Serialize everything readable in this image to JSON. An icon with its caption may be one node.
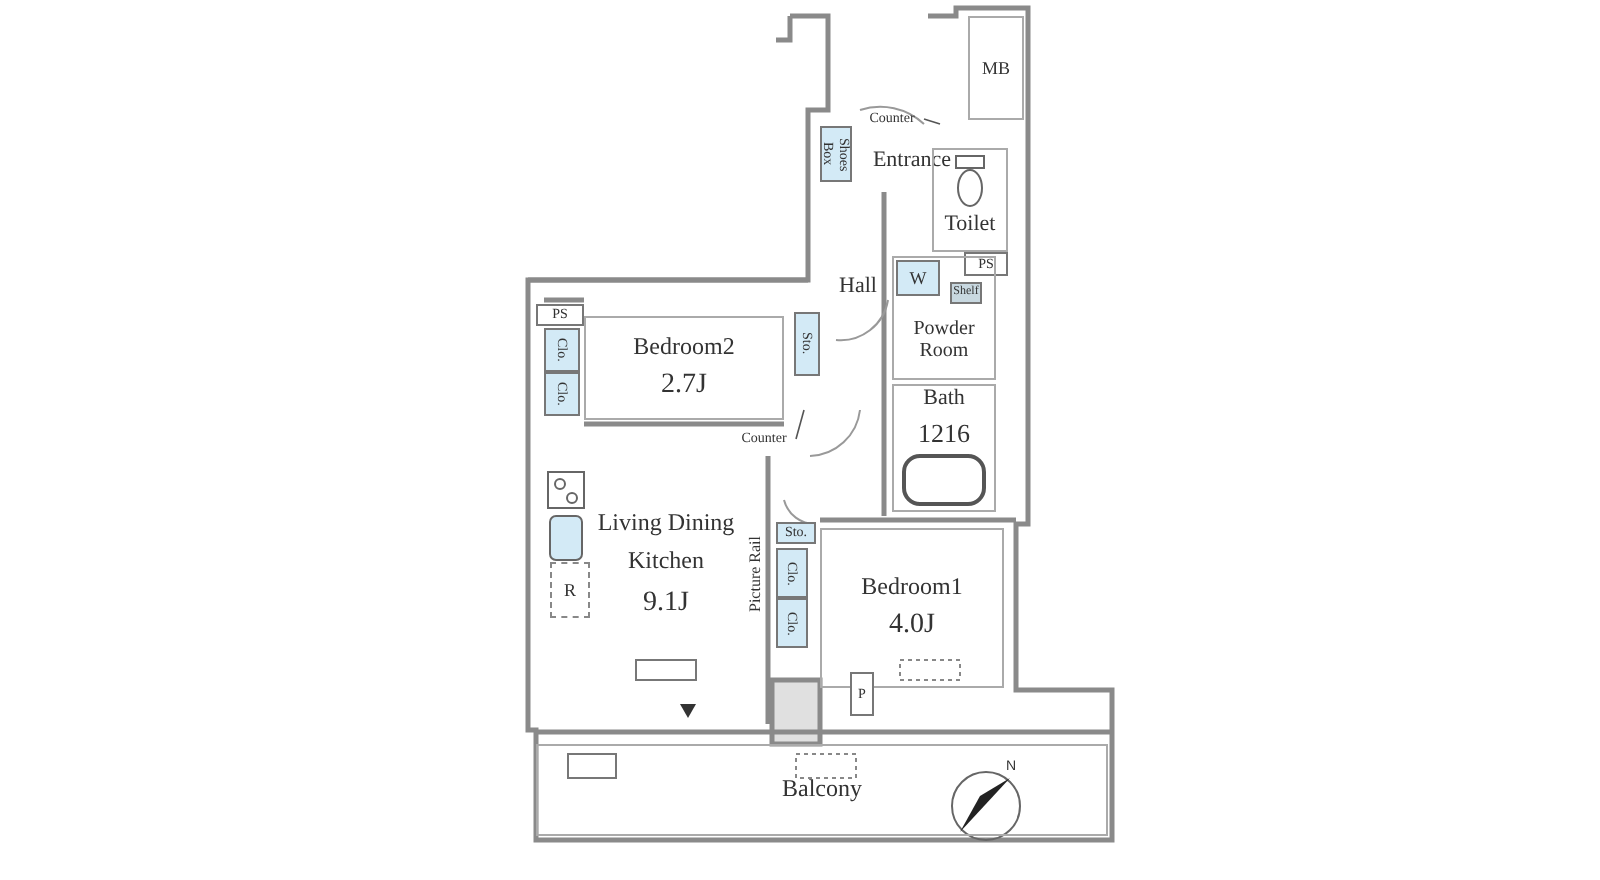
{
  "diagram": {
    "nodes": [
      {
        "text": [
          "MB"
        ]
      },
      {
        "text": [
          "Entrance"
        ]
      },
      {
        "text": [
          "Shoes Box"
        ]
      },
      {
        "text": [
          "Counter"
        ]
      },
      {
        "text": [
          "Toilet"
        ]
      },
      {
        "text": [
          "Hall"
        ]
      },
      {
        "text": [
          "PS"
        ]
      },
      {
        "text": [
          "Powder Room"
        ]
      },
      {
        "text": [
          "W"
        ],
        "in": 7
      },
      {
        "text": [
          "Shelf"
        ],
        "in": 7
      },
      {
        "text": [
          "PS"
        ]
      },
      {
        "text": [
          "Clo."
        ]
      },
      {
        "text": [
          "Clo."
        ]
      },
      {
        "text": [
          "Bedroom2",
          "2.7J"
        ]
      },
      {
        "text": [
          "Sto."
        ]
      },
      {
        "text": [
          "Bath",
          "1216"
        ]
      },
      {
        "text": [
          "Counter"
        ]
      },
      {
        "text": [
          "Living Dining Kitchen",
          "9.1J"
        ]
      },
      {
        "text": [
          "R"
        ],
        "in": 17
      },
      {
        "text": [
          "Sto."
        ]
      },
      {
        "text": [
          "Clo."
        ]
      },
      {
        "text": [
          "Clo."
        ]
      },
      {
        "text": [
          "Bedroom1",
          "4.0J"
        ]
      },
      {
        "text": [
          "P"
        ]
      },
      {
        "text": [
          "Balcony"
        ]
      }
    ],
    "edges": [
      {
        "from": 3,
        "to": null,
        "arrow": "none"
      },
      {
        "from": 16,
        "to": null,
        "arrow": "none"
      }
    ],
    "labels": [
      "Picture Rail",
      "N"
    ]
  }
}
